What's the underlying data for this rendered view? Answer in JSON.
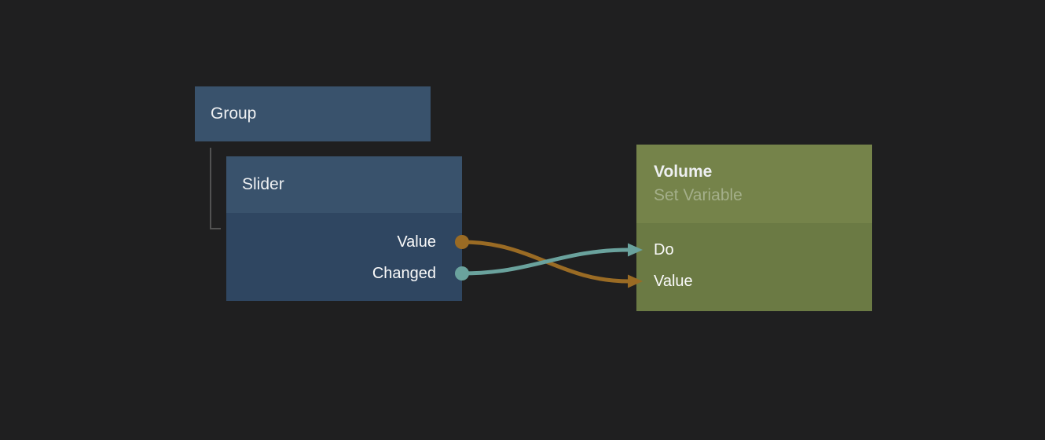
{
  "canvas": {
    "background": "#1f1f20"
  },
  "nodes": [
    {
      "title": "Group",
      "color": "#39526c"
    },
    {
      "title": "Slider",
      "header_color": "#39526c",
      "body_color": "#2f4661",
      "outputs": [
        {
          "label": "Value",
          "color": "#9a6b24"
        },
        {
          "label": "Changed",
          "color": "#6aa29d"
        }
      ]
    },
    {
      "title": "Volume",
      "subtitle": "Set Variable",
      "header_color": "#75834a",
      "body_color": "#6b7a44",
      "inputs": [
        {
          "label": "Do",
          "color": "#6aa29d"
        },
        {
          "label": "Value",
          "color": "#9a6b24"
        }
      ]
    }
  ],
  "connections": [
    {
      "from_node": "Slider",
      "from_port": "Value",
      "to_node": "Volume",
      "to_port": "Value",
      "color": "#9a6b24"
    },
    {
      "from_node": "Slider",
      "from_port": "Changed",
      "to_node": "Volume",
      "to_port": "Do",
      "color": "#6aa29d"
    }
  ],
  "connector_line_color": "#525252"
}
